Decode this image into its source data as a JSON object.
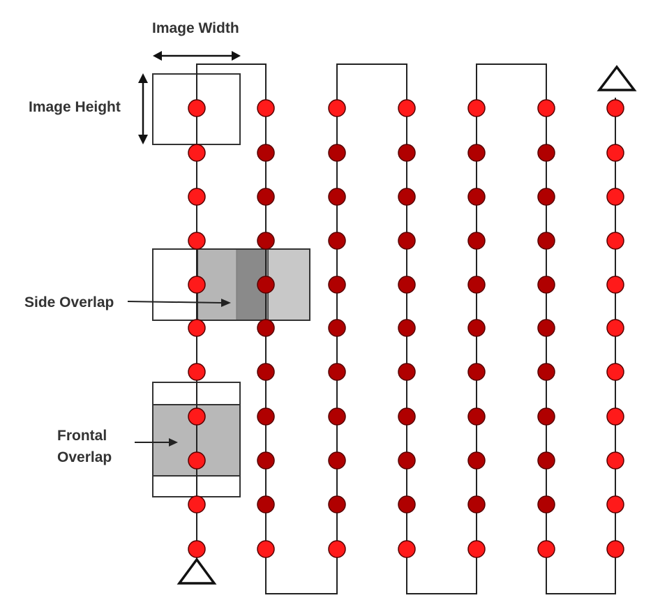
{
  "labels": {
    "image_width": "Image Width",
    "image_height": "Image Height",
    "side_overlap": "Side Overlap",
    "frontal_overlap_line1": "Frontal",
    "frontal_overlap_line2": "Overlap"
  },
  "flight_plan": {
    "strips": 7,
    "waypoints_per_strip": 11,
    "start_marker": "triangle-start",
    "end_marker": "triangle-end"
  },
  "colors": {
    "waypoint_light": "#ff1a1a",
    "waypoint_dark": "#b00000",
    "waypoint_stroke": "#550000",
    "path": "#222222",
    "overlap_light": "#c8c8c8",
    "overlap_mid": "#b8b8b8",
    "overlap_dark": "#8a8a8a"
  }
}
